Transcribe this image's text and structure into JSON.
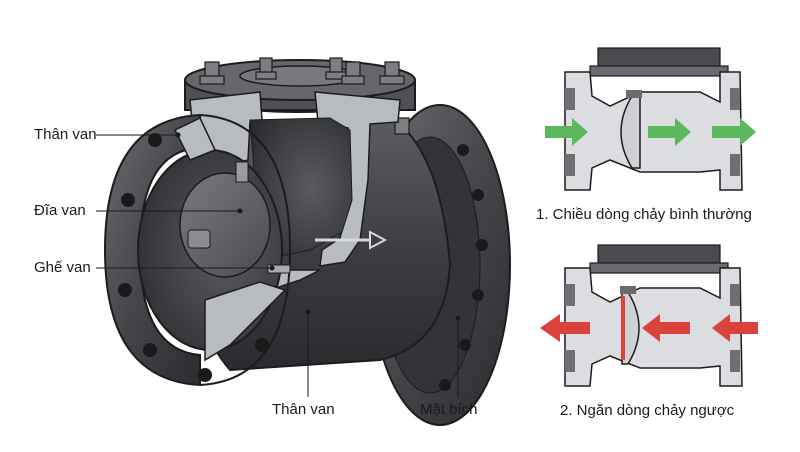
{
  "main_view": {
    "labels": {
      "body_left": "Thân van",
      "disc": "Đĩa van",
      "seat": "Ghế van",
      "body_bottom": "Thân van",
      "flange": "Mặt bích"
    }
  },
  "panels": [
    {
      "caption": "1. Chiều dòng chảy bình thường",
      "arrow_color": "#5cb85c",
      "direction": "right"
    },
    {
      "caption": "2. Ngăn dòng chảy ngược",
      "arrow_color": "#d9433b",
      "direction": "left"
    }
  ],
  "colors": {
    "metal_dark": "#3a3a3c",
    "metal_mid": "#5a5b5e",
    "section_fill": "#b9bcbf",
    "panel_fill": "#dcdde0"
  }
}
